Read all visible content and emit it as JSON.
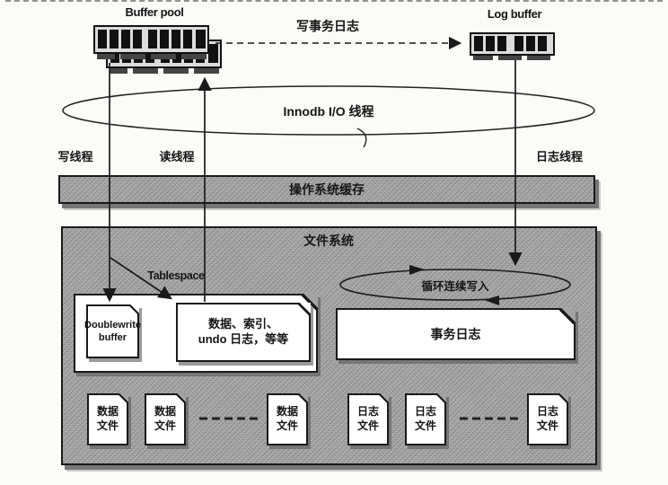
{
  "colors": {
    "line_dark": "#1a1a1a",
    "box_gray": "#a3a3a3",
    "shadow_gray": "#777777",
    "doc_white": "#ffffff",
    "page_bg": "#fbfbf8"
  },
  "memory": {
    "buffer_pool_label": "Buffer pool",
    "log_buffer_label": "Log buffer"
  },
  "arrows": {
    "write_txn_log_label": "写事务日志"
  },
  "io_ellipse": {
    "label": "Innodb I/O 线程"
  },
  "threads": {
    "write": "写线程",
    "read": "读线程",
    "log": "日志线程"
  },
  "os_cache": {
    "label": "操作系统缓存"
  },
  "filesystem": {
    "label": "文件系统",
    "tablespace_label": "Tablespace",
    "doublewrite": {
      "line1": "Doublewrite",
      "line2": "buffer"
    },
    "data_index": {
      "line1": "数据、索引、",
      "line2": "undo 日志，等等"
    },
    "circular_write_label": "循环连续写入",
    "txn_log_label": "事务日志",
    "data_files": [
      {
        "line1": "数据",
        "line2": "文件"
      },
      {
        "line1": "数据",
        "line2": "文件"
      },
      {
        "line1": "数据",
        "line2": "文件"
      }
    ],
    "log_files": [
      {
        "line1": "日志",
        "line2": "文件"
      },
      {
        "line1": "日志",
        "line2": "文件"
      },
      {
        "line1": "日志",
        "line2": "文件"
      }
    ]
  }
}
